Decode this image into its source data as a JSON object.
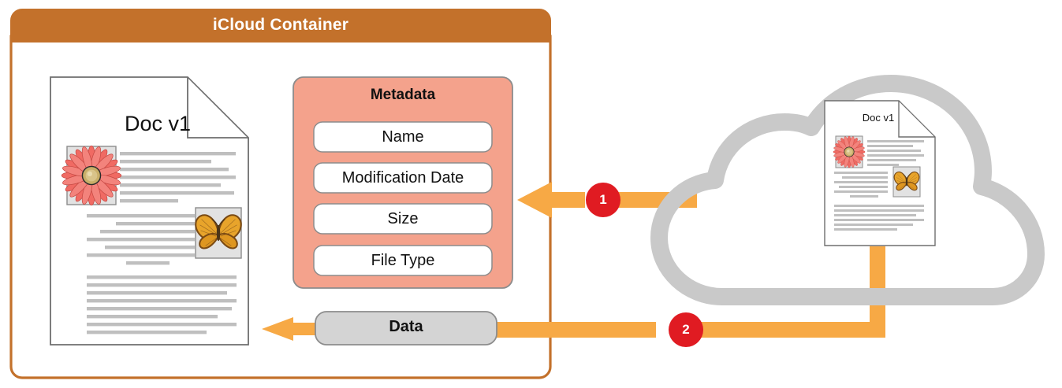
{
  "diagram": {
    "title": "iCloud document metadata and data download flow",
    "colors": {
      "container_border": "#C3712B",
      "container_header": "#C3712B",
      "container_header_text": "#FFFFFF",
      "metadata_box_fill": "#F4A28C",
      "metadata_box_border": "#8C8C8C",
      "metadata_pill_fill": "#FFFFFF",
      "metadata_pill_border": "#8C8C8C",
      "data_pill_fill": "#D4D4D4",
      "data_pill_border": "#8C8C8C",
      "arrow": "#F7A945",
      "badge": "#E01B22",
      "badge_text": "#FFFFFF",
      "cloud_outline": "#C9C9C9",
      "document_outline": "#6E6E6E",
      "document_fill": "#FFFFFF",
      "text_line": "#BFBFBF",
      "image_frame_fill": "#E2E2E2",
      "image_frame_border": "#8C8C8C",
      "flower_petal": "#F06A63",
      "flower_center": "#BFA45A",
      "butterfly_wing": "#E8A42B",
      "butterfly_edge": "#7A4A14"
    }
  },
  "container": {
    "title": "iCloud Container"
  },
  "metadata": {
    "title": "Metadata",
    "items": [
      {
        "label": "Name"
      },
      {
        "label": "Modification Date"
      },
      {
        "label": "Size"
      },
      {
        "label": "File Type"
      }
    ]
  },
  "data_pill": {
    "label": "Data"
  },
  "documents": {
    "local": {
      "title": "Doc v1",
      "images": [
        "flower-image",
        "butterfly-image"
      ]
    },
    "cloud": {
      "title": "Doc v1",
      "images": [
        "flower-image",
        "butterfly-image"
      ]
    }
  },
  "cloud": {
    "icon_name": "cloud-icon"
  },
  "flows": [
    {
      "badge": "1",
      "label": "",
      "direction": "cloud-to-container",
      "payload": "Metadata"
    },
    {
      "badge": "2",
      "label": "",
      "direction": "cloud-to-container",
      "payload": "Data"
    }
  ]
}
